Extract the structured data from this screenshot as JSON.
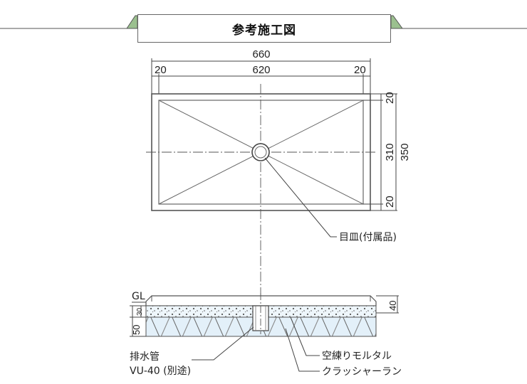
{
  "title": "参考施工図",
  "plan": {
    "dims": {
      "overall": "660",
      "inner": "620",
      "left_rim": "20",
      "right_rim": "20"
    },
    "side_dims": {
      "top_rim": "20",
      "inner": "310",
      "bottom_rim": "20",
      "overall": "350"
    },
    "drain_label": "目皿(付属品)"
  },
  "section": {
    "gl_label": "GL",
    "rim_height": "40",
    "mortar_thickness": "30",
    "total_thickness": "50",
    "pipe_label_line1": "排水管",
    "pipe_label_line2": "VU-40 (別途)",
    "mortar_label": "空練りモルタル",
    "crusher_label": "クラッシャーラン"
  },
  "colors": {
    "green": "#9bc08f",
    "line": "#444444",
    "gravel_fill": "#dfeef8"
  }
}
